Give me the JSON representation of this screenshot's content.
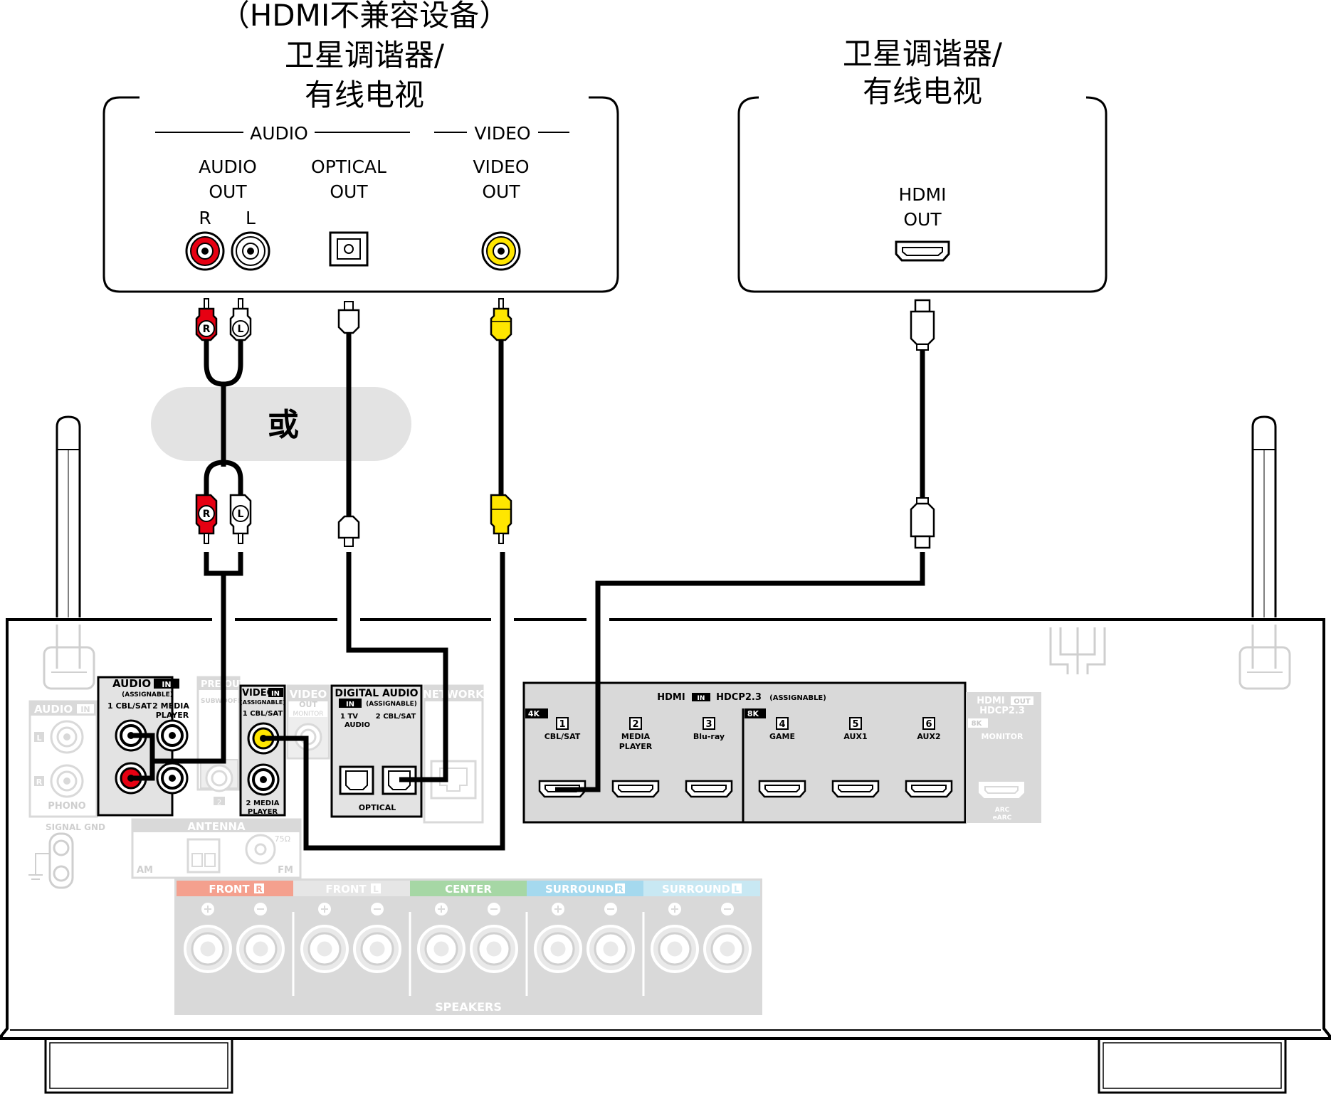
{
  "left_device": {
    "compat_note": "（HDMI不兼容设备）",
    "title_line1": "卫星调谐器/",
    "title_line2": "有线电视",
    "audio_group": "AUDIO",
    "video_group": "VIDEO",
    "audio_out_line1": "AUDIO",
    "audio_out_line2": "OUT",
    "optical_out_line1": "OPTICAL",
    "optical_out_line2": "OUT",
    "video_out_line1": "VIDEO",
    "video_out_line2": "OUT",
    "channel_r": "R",
    "channel_l": "L"
  },
  "right_device": {
    "title_line1": "卫星调谐器/",
    "title_line2": "有线电视",
    "hdmi_out_line1": "HDMI",
    "hdmi_out_line2": "OUT"
  },
  "cables": {
    "or_label": "或",
    "plug_r": "R",
    "plug_l": "L"
  },
  "receiver": {
    "audio_in_panel": {
      "title": "AUDIO",
      "badge": "IN",
      "sub": "(ASSIGNABLE)",
      "col1": "1 CBL/SAT",
      "col2": "2 MEDIA",
      "col2b": "PLAYER"
    },
    "video_in_panel": {
      "title": "VIDEO",
      "badge": "IN",
      "sub": "(ASSIGNABLE)",
      "top": "1 CBL/SAT",
      "bottom1": "2 MEDIA",
      "bottom2": "PLAYER"
    },
    "digital_audio_panel": {
      "title": "DIGITAL AUDIO",
      "badge": "IN",
      "sub": "(ASSIGNABLE)",
      "col1a": "1   TV",
      "col1b": "AUDIO",
      "col2": "2 CBL/SAT",
      "footer": "OPTICAL"
    },
    "hdmi_in_panel": {
      "title": "HDMI",
      "badge": "IN",
      "hdcp": "HDCP2.3",
      "sub": "(ASSIGNABLE)",
      "tag_4k": "4K",
      "tag_8k": "8K",
      "inputs": [
        {
          "num": "1",
          "name": "CBL/SAT",
          "name2": ""
        },
        {
          "num": "2",
          "name": "MEDIA",
          "name2": "PLAYER"
        },
        {
          "num": "3",
          "name": "Blu-ray",
          "name2": ""
        },
        {
          "num": "4",
          "name": "GAME",
          "name2": ""
        },
        {
          "num": "5",
          "name": "AUX1",
          "name2": ""
        },
        {
          "num": "6",
          "name": "AUX2",
          "name2": ""
        }
      ]
    },
    "hdmi_out_panel": {
      "title": "HDMI",
      "badge": "OUT",
      "hdcp": "HDCP2.3",
      "tag_8k": "8K",
      "monitor": "MONITOR",
      "arc1": "ARC",
      "arc2": "eARC"
    },
    "faint_labels": {
      "audio_in": "AUDIO",
      "audio_in_badge": "IN",
      "phono": "PHONO",
      "ch_l": "L",
      "ch_r": "R",
      "signal_gnd": "SIGNAL GND",
      "preout": "PRE OUT",
      "subwoofer": "SUBWOOFER",
      "sub_num": "2",
      "video_out": "VIDEO",
      "video_out2": "OUT",
      "monitor": "MONITOR",
      "network": "NETWORK",
      "antenna": "ANTENNA",
      "am": "AM",
      "fm": "FM",
      "ohm": "75Ω"
    },
    "speakers": {
      "footer": "SPEAKERS",
      "channels": [
        {
          "name": "FRONT",
          "side": "R",
          "color": "#f4a08e"
        },
        {
          "name": "FRONT",
          "side": "L",
          "color": "#e6e6e6"
        },
        {
          "name": "CENTER",
          "side": "",
          "color": "#a6d7a5"
        },
        {
          "name": "SURROUND",
          "side": "R",
          "color": "#a5d9ee"
        },
        {
          "name": "SURROUND",
          "side": "L",
          "color": "#c8e8f3"
        }
      ]
    }
  }
}
